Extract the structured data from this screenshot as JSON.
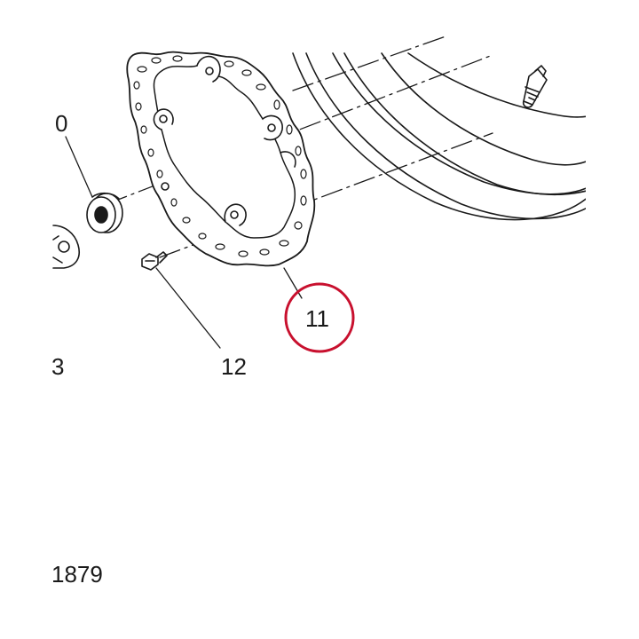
{
  "callouts": {
    "spacer": "0",
    "edge": "3",
    "brake_disc": "11",
    "bolt": "12"
  },
  "figure_number": "1879",
  "highlight_color": "#c8102e",
  "line_color": "#1a1a1a"
}
